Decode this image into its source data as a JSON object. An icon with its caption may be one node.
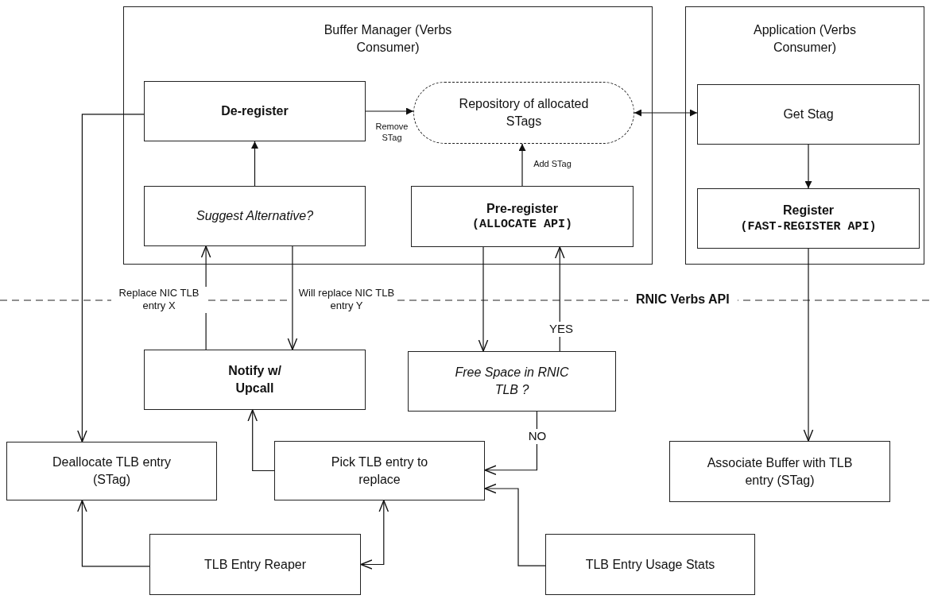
{
  "diagram": {
    "nodes": [
      {
        "text": [
          "Buffer Manager (Verbs Consumer)"
        ]
      },
      {
        "text": [
          "Application (Verbs Consumer)"
        ]
      },
      {
        "text": [
          "De-register"
        ],
        "in": 0
      },
      {
        "text": [
          "Repository of allocated STags"
        ],
        "in": 0
      },
      {
        "text": [
          "Suggest Alternative?"
        ],
        "in": 0
      },
      {
        "text": [
          "Pre-register",
          "(ALLOCATE API)"
        ],
        "in": 0
      },
      {
        "text": [
          "Get Stag"
        ],
        "in": 1
      },
      {
        "text": [
          "Register",
          "(FAST-REGISTER API)"
        ],
        "in": 1
      },
      {
        "text": [
          "Notify w/ Upcall"
        ]
      },
      {
        "text": [
          "Free Space in RNIC TLB ?"
        ]
      },
      {
        "text": [
          "Deallocate TLB entry (STag)"
        ]
      },
      {
        "text": [
          "Pick TLB entry to replace"
        ]
      },
      {
        "text": [
          "Associate Buffer with TLB entry (STag)"
        ]
      },
      {
        "text": [
          "TLB Entry Reaper"
        ]
      },
      {
        "text": [
          "TLB Entry Usage Stats"
        ]
      }
    ],
    "edges": [
      {
        "from": 2,
        "to": 3,
        "arrow": "to",
        "label": "Remove STag"
      },
      {
        "from": 5,
        "to": 3,
        "arrow": "to",
        "label": "Add STag"
      },
      {
        "from": 3,
        "to": 6,
        "arrow": "both"
      },
      {
        "from": 6,
        "to": 7,
        "arrow": "to"
      },
      {
        "from": 4,
        "to": 2,
        "arrow": "to"
      },
      {
        "from": 8,
        "to": 4,
        "arrow": "to",
        "label": "Replace NIC TLB entry X"
      },
      {
        "from": 4,
        "to": 8,
        "arrow": "to",
        "label": "Will replace NIC TLB entry Y"
      },
      {
        "from": 5,
        "to": 9,
        "arrow": "to"
      },
      {
        "from": 9,
        "to": 5,
        "arrow": "to",
        "label": "YES"
      },
      {
        "from": 9,
        "to": 11,
        "arrow": "to",
        "label": "NO"
      },
      {
        "from": 2,
        "to": 10,
        "arrow": "to"
      },
      {
        "from": 7,
        "to": 12,
        "arrow": "to"
      },
      {
        "from": 11,
        "to": 8,
        "arrow": "to"
      },
      {
        "from": 13,
        "to": 10,
        "arrow": "to"
      },
      {
        "from": 13,
        "to": 11,
        "arrow": "both"
      },
      {
        "from": 14,
        "to": 11,
        "arrow": "to"
      }
    ],
    "labels": [
      "RNIC Verbs API"
    ]
  }
}
